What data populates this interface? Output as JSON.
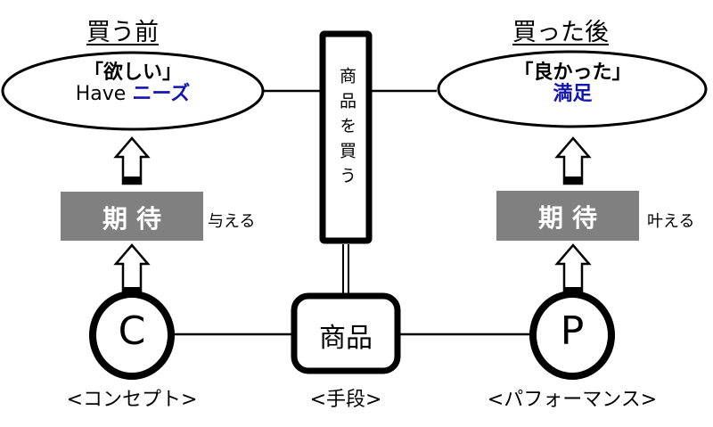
{
  "before": {
    "header": "買う前",
    "ellipse_line1": "「欲しい」",
    "ellipse_line2_prefix": "Have ",
    "ellipse_line2_emph": "ニーズ",
    "expectation_label": "期待",
    "expectation_side_label": "与える",
    "node_letter": "C",
    "node_caption": "<コンセプト>"
  },
  "after": {
    "header": "買った後",
    "ellipse_line1": "「良かった」",
    "ellipse_line2_emph": "満足",
    "expectation_label": "期待",
    "expectation_side_label": "叶える",
    "node_letter": "P",
    "node_caption": "<パフォーマンス>"
  },
  "center": {
    "action_label": "商品を買う",
    "product_label": "商品",
    "product_caption": "<手段>"
  },
  "colors": {
    "emphasis_blue": "#1414b4",
    "expectation_box_gray": "#808080",
    "line_black": "#000000"
  }
}
